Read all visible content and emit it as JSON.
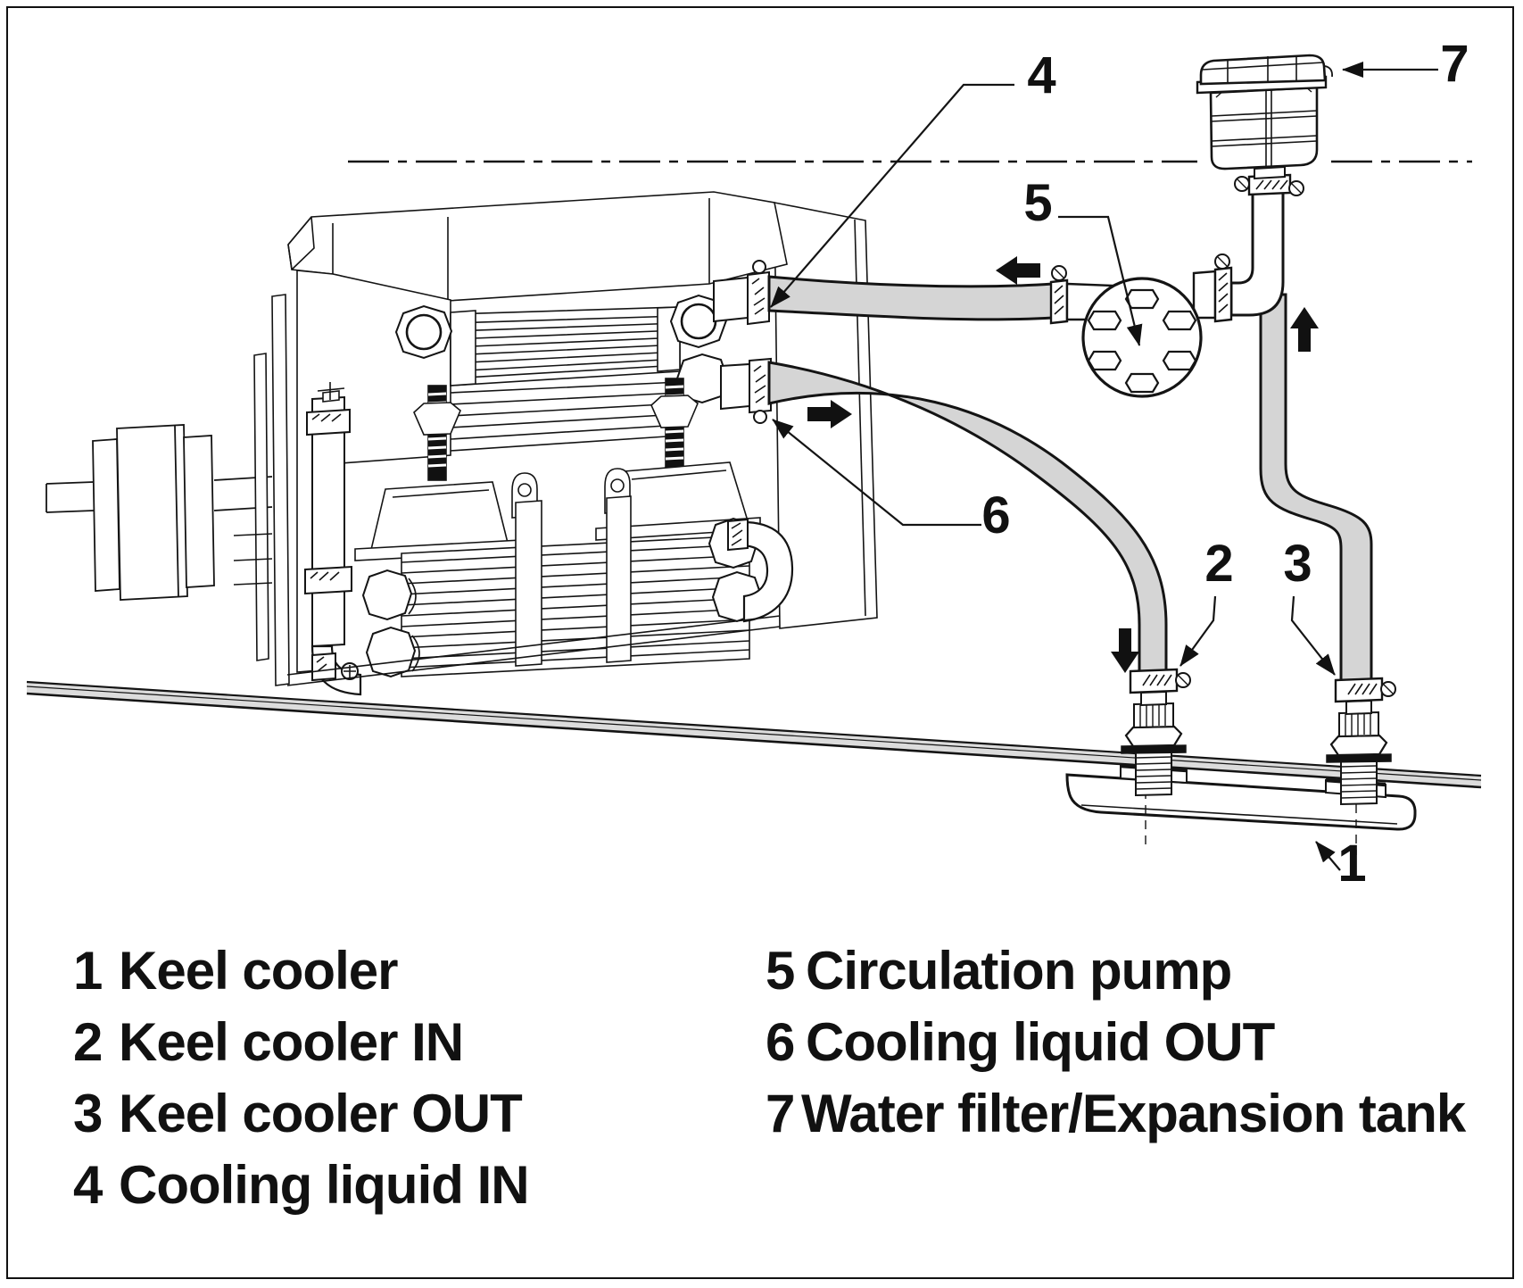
{
  "colors": {
    "line": "#141414",
    "hose_fill": "#d5d5d5",
    "hull_fill": "#dcdcdc",
    "background": "#ffffff"
  },
  "diagram": {
    "callouts": [
      {
        "number": "1"
      },
      {
        "number": "2"
      },
      {
        "number": "3"
      },
      {
        "number": "4"
      },
      {
        "number": "5"
      },
      {
        "number": "6"
      },
      {
        "number": "7"
      }
    ]
  },
  "legend": {
    "items_left": [
      {
        "number": "1",
        "label": "Keel cooler"
      },
      {
        "number": "2",
        "label": "Keel cooler IN"
      },
      {
        "number": "3",
        "label": "Keel cooler OUT"
      },
      {
        "number": "4",
        "label": "Cooling liquid IN"
      }
    ],
    "items_right": [
      {
        "number": "5",
        "label": "Circulation pump"
      },
      {
        "number": "6",
        "label": "Cooling liquid OUT"
      },
      {
        "number": "7",
        "label": "Water filter/Expansion tank"
      }
    ]
  }
}
